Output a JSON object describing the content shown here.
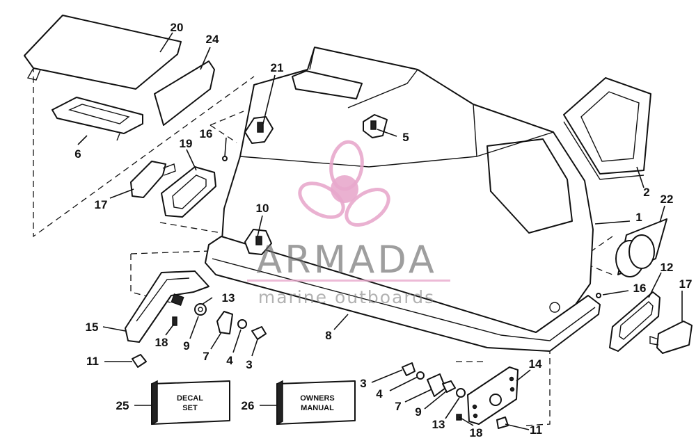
{
  "diagram": {
    "callouts": {
      "p1": "1",
      "p2": "2",
      "p3a": "3",
      "p3b": "3",
      "p4a": "4",
      "p4b": "4",
      "p5": "5",
      "p6": "6",
      "p7a": "7",
      "p7b": "7",
      "p8": "8",
      "p9a": "9",
      "p9b": "9",
      "p10": "10",
      "p11a": "11",
      "p11b": "11",
      "p12": "12",
      "p13a": "13",
      "p13b": "13",
      "p14": "14",
      "p15": "15",
      "p16a": "16",
      "p16b": "16",
      "p17a": "17",
      "p17b": "17",
      "p18a": "18",
      "p18b": "18",
      "p19": "19",
      "p20": "20",
      "p21": "21",
      "p22": "22",
      "p24": "24",
      "p25": "25",
      "p26": "26"
    },
    "boxes": {
      "decal_line1": "DECAL",
      "decal_line2": "SET",
      "manual_line1": "OWNERS",
      "manual_line2": "MANUAL"
    },
    "watermark": {
      "title": "ARMADA",
      "subtitle": "marine outboards",
      "accent": "#e8a9cc"
    }
  }
}
